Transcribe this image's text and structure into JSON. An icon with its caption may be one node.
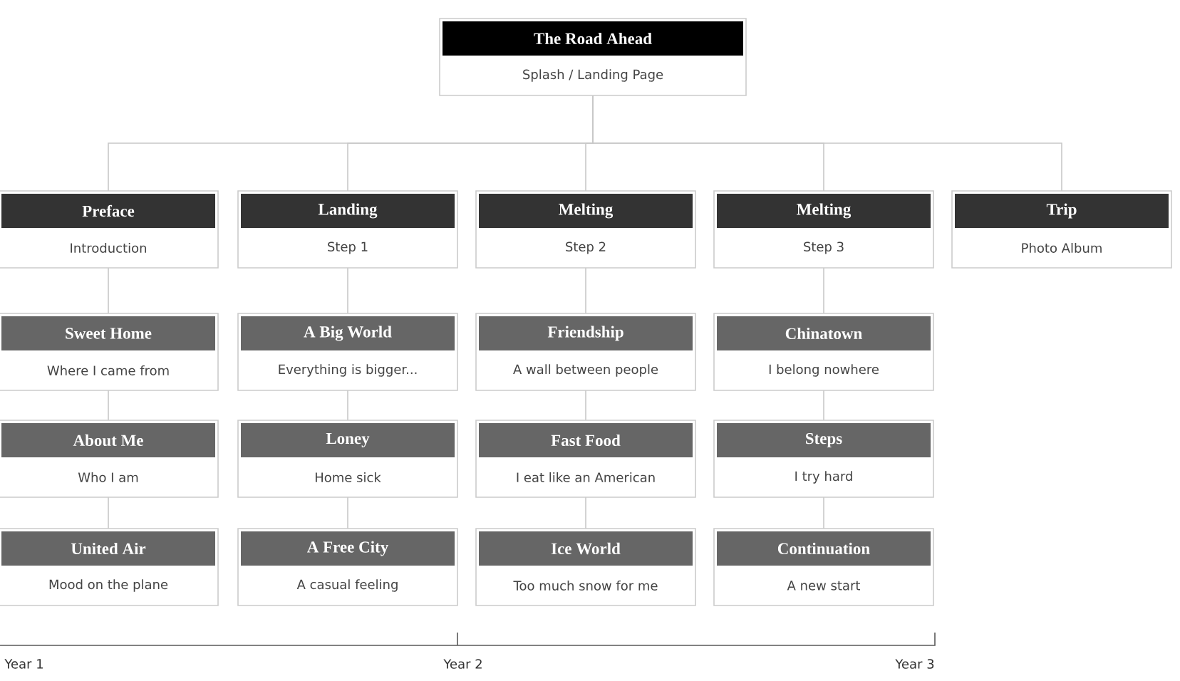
{
  "diagram": {
    "nodes": [
      {
        "text": [
          "The Road Ahead",
          "Splash / Landing Page"
        ]
      },
      {
        "text": [
          "Preface",
          "Introduction"
        ]
      },
      {
        "text": [
          "Landing",
          "Step 1"
        ]
      },
      {
        "text": [
          "Melting",
          "Step 2"
        ]
      },
      {
        "text": [
          "Melting",
          "Step 3"
        ]
      },
      {
        "text": [
          "Trip",
          "Photo Album"
        ]
      },
      {
        "text": [
          "Sweet Home",
          "Where I came from"
        ]
      },
      {
        "text": [
          "A Big World",
          "Everything is bigger..."
        ]
      },
      {
        "text": [
          "Friendship",
          "A wall between people"
        ]
      },
      {
        "text": [
          "Chinatown",
          "I belong nowhere"
        ]
      },
      {
        "text": [
          "About Me",
          "Who I am"
        ]
      },
      {
        "text": [
          "Loney",
          "Home sick"
        ]
      },
      {
        "text": [
          "Fast Food",
          "I eat like an American"
        ]
      },
      {
        "text": [
          "Steps",
          "I try hard"
        ]
      },
      {
        "text": [
          "United Air",
          "Mood on the plane"
        ]
      },
      {
        "text": [
          "A Free City",
          "A casual feeling"
        ]
      },
      {
        "text": [
          "Ice World",
          "Too much snow for me"
        ]
      },
      {
        "text": [
          "Continuation",
          "A new start"
        ]
      }
    ],
    "edges": [
      {
        "from": 0,
        "to": 1,
        "arrow": "none"
      },
      {
        "from": 0,
        "to": 2,
        "arrow": "none"
      },
      {
        "from": 0,
        "to": 3,
        "arrow": "none"
      },
      {
        "from": 0,
        "to": 4,
        "arrow": "none"
      },
      {
        "from": 0,
        "to": 5,
        "arrow": "none"
      },
      {
        "from": 1,
        "to": 6,
        "arrow": "none"
      },
      {
        "from": 2,
        "to": 7,
        "arrow": "none"
      },
      {
        "from": 3,
        "to": 8,
        "arrow": "none"
      },
      {
        "from": 4,
        "to": 9,
        "arrow": "none"
      },
      {
        "from": 6,
        "to": 10,
        "arrow": "none"
      },
      {
        "from": 7,
        "to": 11,
        "arrow": "none"
      },
      {
        "from": 8,
        "to": 12,
        "arrow": "none"
      },
      {
        "from": 9,
        "to": 13,
        "arrow": "none"
      },
      {
        "from": 10,
        "to": 14,
        "arrow": "none"
      },
      {
        "from": 11,
        "to": 15,
        "arrow": "none"
      },
      {
        "from": 12,
        "to": 16,
        "arrow": "none"
      },
      {
        "from": 13,
        "to": 17,
        "arrow": "none"
      }
    ],
    "labels": [
      "Year 1",
      "Year 2",
      "Year 3"
    ]
  }
}
